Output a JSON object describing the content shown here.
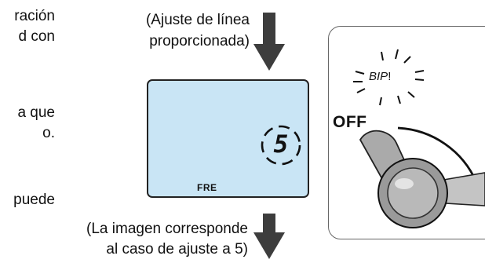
{
  "left_text": {
    "line1": "ración",
    "line2": "d con",
    "line3": "a  que",
    "line4": "o.",
    "line5": "puede"
  },
  "top_caption": {
    "line1": "(Ajuste de línea",
    "line2": "proporcionada)"
  },
  "bottom_caption": {
    "line1": "(La imagen corresponde",
    "line2": "al caso de ajuste a 5)"
  },
  "lcd": {
    "digit": "5",
    "label": "FRE"
  },
  "knob": {
    "off_label": "OFF",
    "sound_label": "BIP",
    "sound_mark": "!"
  },
  "colors": {
    "lcd_background": "#c9e5f5",
    "arrow": "#3d3d3d",
    "knob_body": "#9a9a9a"
  }
}
